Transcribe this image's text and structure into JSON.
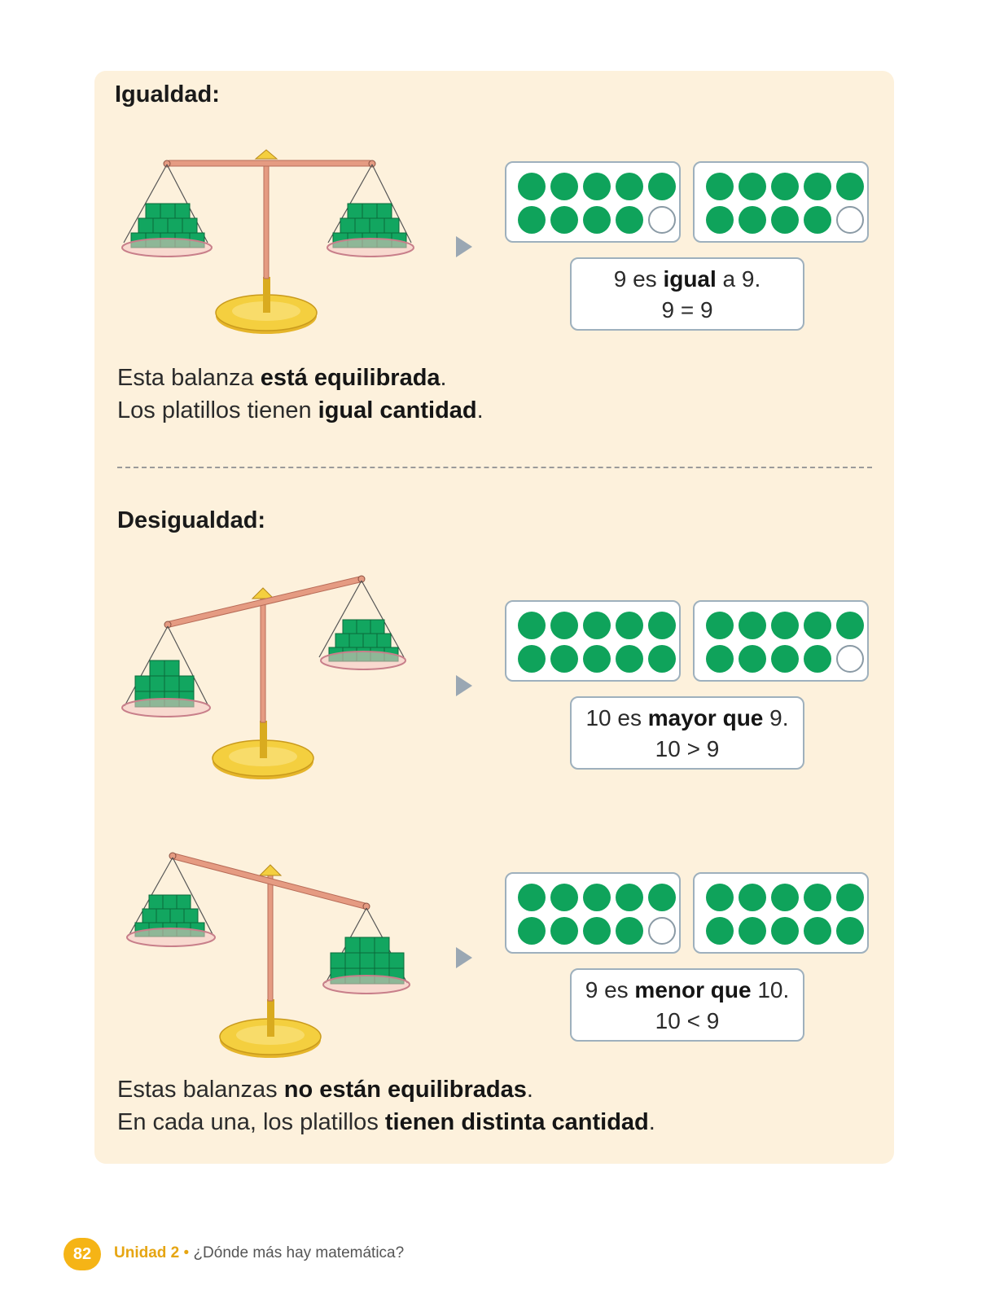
{
  "igualdad": {
    "heading": "Igualdad:",
    "frames": [
      {
        "filled": 9,
        "total": 10
      },
      {
        "filled": 9,
        "total": 10
      }
    ],
    "box": {
      "a": "9 es ",
      "b": "igual",
      "c": " a 9.",
      "line2": "9 = 9"
    },
    "statement": {
      "l1a": "Esta balanza ",
      "l1b": "está equilibrada",
      "l1c": ".",
      "l2a": "Los platillos tienen ",
      "l2b": "igual cantidad",
      "l2c": "."
    }
  },
  "desigualdad": {
    "heading": "Desigualdad:",
    "mayor": {
      "frames": [
        {
          "filled": 10,
          "total": 10
        },
        {
          "filled": 9,
          "total": 10
        }
      ],
      "box": {
        "a": "10 es ",
        "b": "mayor que",
        "c": " 9.",
        "line2": "10 > 9"
      }
    },
    "menor": {
      "frames": [
        {
          "filled": 9,
          "total": 10
        },
        {
          "filled": 10,
          "total": 10
        }
      ],
      "box": {
        "a": "9 es ",
        "b": "menor que",
        "c": " 10.",
        "line2": "10 < 9"
      }
    },
    "statement": {
      "l1a": "Estas balanzas ",
      "l1b": "no están equilibradas",
      "l1c": ".",
      "l2a": "En cada una, los platillos ",
      "l2b": "tienen distinta cantidad",
      "l2c": "."
    }
  },
  "footer": {
    "page_number": "82",
    "unit": "Unidad 2",
    "bullet": " • ",
    "title": "¿Dónde más hay matemática?"
  },
  "colors": {
    "panel_bg": "#fdf1dc",
    "dot_green": "#0fa35b",
    "block_green": "#12a660",
    "gold": "#f4cf3f",
    "beam": "#e59b82",
    "accent_orange": "#f5b416"
  }
}
